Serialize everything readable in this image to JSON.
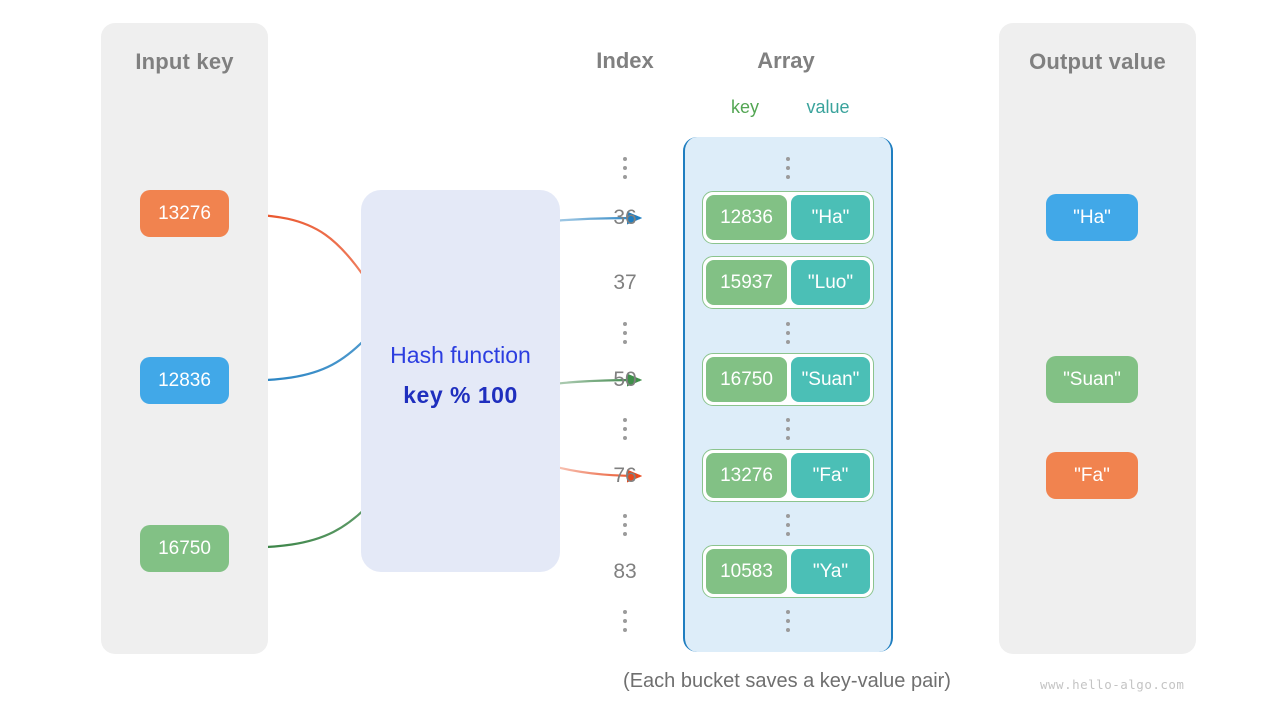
{
  "panels": {
    "input": {
      "title": "Input key"
    },
    "output": {
      "title": "Output value"
    }
  },
  "hash": {
    "title": "Hash function",
    "formula": "key % 100"
  },
  "headers": {
    "index": "Index",
    "array": "Array",
    "key": "key",
    "value": "value"
  },
  "input_keys": [
    {
      "label": "13276",
      "color": "#f1834f"
    },
    {
      "label": "12836",
      "color": "#41a8e8"
    },
    {
      "label": "16750",
      "color": "#82c185"
    }
  ],
  "output_values": [
    {
      "label": "\"Ha\"",
      "color": "#41a8e8"
    },
    {
      "label": "\"Suan\"",
      "color": "#82c185"
    },
    {
      "label": "\"Fa\"",
      "color": "#f1834f"
    }
  ],
  "buckets": [
    {
      "index": "36",
      "key": "12836",
      "value": "\"Ha\""
    },
    {
      "index": "37",
      "key": "15937",
      "value": "\"Luo\""
    },
    {
      "index": "50",
      "key": "16750",
      "value": "\"Suan\""
    },
    {
      "index": "76",
      "key": "13276",
      "value": "\"Fa\""
    },
    {
      "index": "83",
      "key": "10583",
      "value": "\"Ya\""
    }
  ],
  "mappings": [
    {
      "from_key": "13276",
      "to_index": "76",
      "out_value": "\"Fa\"",
      "color": "#e8491d"
    },
    {
      "from_key": "12836",
      "to_index": "36",
      "out_value": "\"Ha\"",
      "color": "#1f7ec0"
    },
    {
      "from_key": "16750",
      "to_index": "50",
      "out_value": "\"Suan\"",
      "color": "#3f8f4a"
    }
  ],
  "caption": "(Each bucket saves a key-value pair)",
  "watermark": "www.hello-algo.com",
  "colors": {
    "panel_bg": "#efefef",
    "hash_bg": "#e4e9f7",
    "array_bg": "#ddedf9",
    "array_border": "#1f7ec0",
    "bucket_border": "#8bc48e",
    "key_box": "#82c185",
    "value_box": "#4bbfb6",
    "orange": "#f1834f",
    "blue": "#41a8e8",
    "green": "#82c185",
    "text_gray": "#808080",
    "hash_text": "#2c3ee0"
  }
}
